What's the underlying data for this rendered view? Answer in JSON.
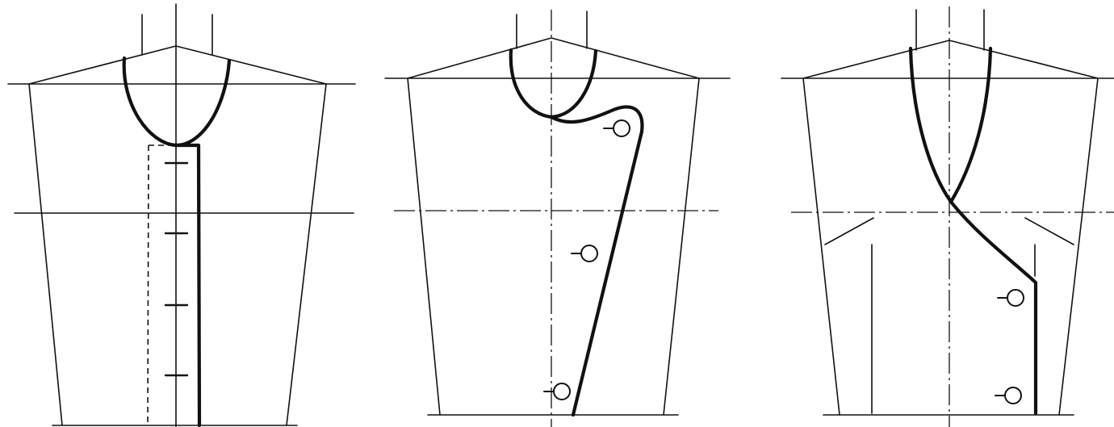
{
  "figure": {
    "panels": [
      {
        "id": "panel-1",
        "style": "straight front opening with facing",
        "buttons": 4,
        "button_type": "bar marks"
      },
      {
        "id": "panel-2",
        "style": "curved asymmetric opening",
        "buttons": 3,
        "button_type": "round buttons"
      },
      {
        "id": "panel-3",
        "style": "crossover V opening with darts",
        "buttons": 2,
        "button_type": "round buttons"
      }
    ],
    "line_color": "#111111",
    "background": "#ffffff"
  }
}
